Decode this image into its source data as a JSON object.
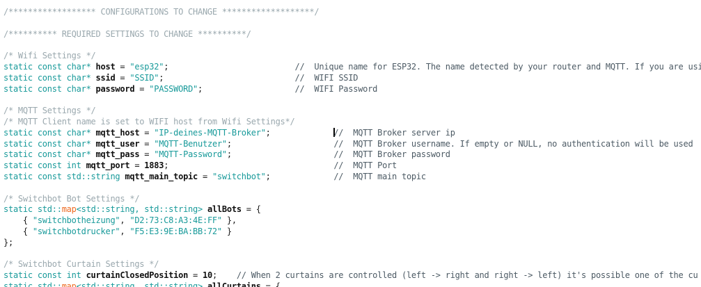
{
  "app": {
    "kind": "code-editor",
    "language": "cpp",
    "file_description": "SwitchBot ESP32 MQTT configuration section"
  },
  "palette": {
    "bg": "#ffffff",
    "comment_block": "#9aa8ae",
    "comment_line": "#4c5a64",
    "keyword": "#189a9a",
    "string": "#189a9a",
    "type_name": "#ed6a21",
    "identifier": "#101010",
    "number": "#101010",
    "plain": "#1c1c1c",
    "cursor": "#000000"
  },
  "code": {
    "lines": [
      [
        {
          "c": "c1",
          "t": "/****************** CONFIGURATIONS TO CHANGE *******************/"
        }
      ],
      [],
      [
        {
          "c": "c1",
          "t": "/********** REQUIRED SETTINGS TO CHANGE **********/"
        }
      ],
      [],
      [
        {
          "c": "c1",
          "t": "/* Wifi Settings */"
        }
      ],
      [
        {
          "c": "k",
          "t": "static const char* "
        },
        {
          "c": "n",
          "t": "host"
        },
        {
          "c": "p",
          "t": " = "
        },
        {
          "c": "s",
          "t": "\"esp32\""
        },
        {
          "c": "p",
          "t": ";"
        },
        {
          "pad": 26
        },
        {
          "c": "c2",
          "t": "//  Unique name for ESP32. The name detected by your router and MQTT. If you are usi"
        }
      ],
      [
        {
          "c": "k",
          "t": "static const char* "
        },
        {
          "c": "n",
          "t": "ssid"
        },
        {
          "c": "p",
          "t": " = "
        },
        {
          "c": "s",
          "t": "\"SSID\""
        },
        {
          "c": "p",
          "t": ";"
        },
        {
          "pad": 27
        },
        {
          "c": "c2",
          "t": "//  WIFI SSID"
        }
      ],
      [
        {
          "c": "k",
          "t": "static const char* "
        },
        {
          "c": "n",
          "t": "password"
        },
        {
          "c": "p",
          "t": " = "
        },
        {
          "c": "s",
          "t": "\"PASSWORD\""
        },
        {
          "c": "p",
          "t": ";"
        },
        {
          "pad": 19
        },
        {
          "c": "c2",
          "t": "//  WIFI Password"
        }
      ],
      [],
      [
        {
          "c": "c1",
          "t": "/* MQTT Settings */"
        }
      ],
      [
        {
          "c": "c1",
          "t": "/* MQTT Client name is set to WIFI host from Wifi Settings*/"
        }
      ],
      [
        {
          "c": "k",
          "t": "static const char* "
        },
        {
          "c": "n",
          "t": "mqtt_host"
        },
        {
          "c": "p",
          "t": " = "
        },
        {
          "c": "s",
          "t": "\"IP-deines-MQTT-Broker\""
        },
        {
          "c": "p",
          "t": ";"
        },
        {
          "pad": 13
        },
        {
          "cursor": true
        },
        {
          "c": "c2",
          "t": "//  MQTT Broker server ip"
        }
      ],
      [
        {
          "c": "k",
          "t": "static const char* "
        },
        {
          "c": "n",
          "t": "mqtt_user"
        },
        {
          "c": "p",
          "t": " = "
        },
        {
          "c": "s",
          "t": "\"MQTT-Benutzer\""
        },
        {
          "c": "p",
          "t": ";"
        },
        {
          "pad": 21
        },
        {
          "c": "c2",
          "t": "//  MQTT Broker username. If empty or NULL, no authentication will be used"
        }
      ],
      [
        {
          "c": "k",
          "t": "static const char* "
        },
        {
          "c": "n",
          "t": "mqtt_pass"
        },
        {
          "c": "p",
          "t": " = "
        },
        {
          "c": "s",
          "t": "\"MQTT-Password\""
        },
        {
          "c": "p",
          "t": ";"
        },
        {
          "pad": 21
        },
        {
          "c": "c2",
          "t": "//  MQTT Broker password"
        }
      ],
      [
        {
          "c": "k",
          "t": "static const int "
        },
        {
          "c": "n",
          "t": "mqtt_port"
        },
        {
          "c": "p",
          "t": " = "
        },
        {
          "c": "m",
          "t": "1883"
        },
        {
          "c": "p",
          "t": ";"
        },
        {
          "pad": 34
        },
        {
          "c": "c2",
          "t": "//  MQTT Port"
        }
      ],
      [
        {
          "c": "k",
          "t": "static const std::string "
        },
        {
          "c": "n",
          "t": "mqtt_main_topic"
        },
        {
          "c": "p",
          "t": " = "
        },
        {
          "c": "s",
          "t": "\"switchbot\""
        },
        {
          "c": "p",
          "t": ";"
        },
        {
          "pad": 13
        },
        {
          "c": "c2",
          "t": "//  MQTT main topic"
        }
      ],
      [],
      [
        {
          "c": "c1",
          "t": "/* Switchbot Bot Settings */"
        }
      ],
      [
        {
          "c": "k",
          "t": "static std::"
        },
        {
          "c": "o",
          "t": "map"
        },
        {
          "c": "k",
          "t": "<std::string, std::string>"
        },
        {
          "c": "p",
          "t": " "
        },
        {
          "c": "n",
          "t": "allBots"
        },
        {
          "c": "p",
          "t": " = {"
        }
      ],
      [
        {
          "c": "p",
          "t": "    { "
        },
        {
          "c": "s",
          "t": "\"switchbotheizung\""
        },
        {
          "c": "p",
          "t": ", "
        },
        {
          "c": "s",
          "t": "\"D2:73:C8:A3:4E:FF\""
        },
        {
          "c": "p",
          "t": " },"
        }
      ],
      [
        {
          "c": "p",
          "t": "    { "
        },
        {
          "c": "s",
          "t": "\"switchbotdrucker\""
        },
        {
          "c": "p",
          "t": ", "
        },
        {
          "c": "s",
          "t": "\"F5:E3:9E:BA:BB:72\""
        },
        {
          "c": "p",
          "t": " }"
        }
      ],
      [
        {
          "c": "p",
          "t": "};"
        }
      ],
      [],
      [
        {
          "c": "c1",
          "t": "/* Switchbot Curtain Settings */"
        }
      ],
      [
        {
          "c": "k",
          "t": "static const int "
        },
        {
          "c": "n",
          "t": "curtainClosedPosition"
        },
        {
          "c": "p",
          "t": " = "
        },
        {
          "c": "m",
          "t": "10"
        },
        {
          "c": "p",
          "t": ";"
        },
        {
          "pad": 4
        },
        {
          "c": "c2",
          "t": "// When 2 curtains are controlled (left -> right and right -> left) it's possible one of the cu"
        }
      ],
      [
        {
          "c": "k",
          "t": "static std::"
        },
        {
          "c": "o",
          "t": "map"
        },
        {
          "c": "k",
          "t": "<std::string, std::string>"
        },
        {
          "c": "p",
          "t": " "
        },
        {
          "c": "n",
          "t": "allCurtains"
        },
        {
          "c": "p",
          "t": " = {"
        }
      ]
    ]
  }
}
